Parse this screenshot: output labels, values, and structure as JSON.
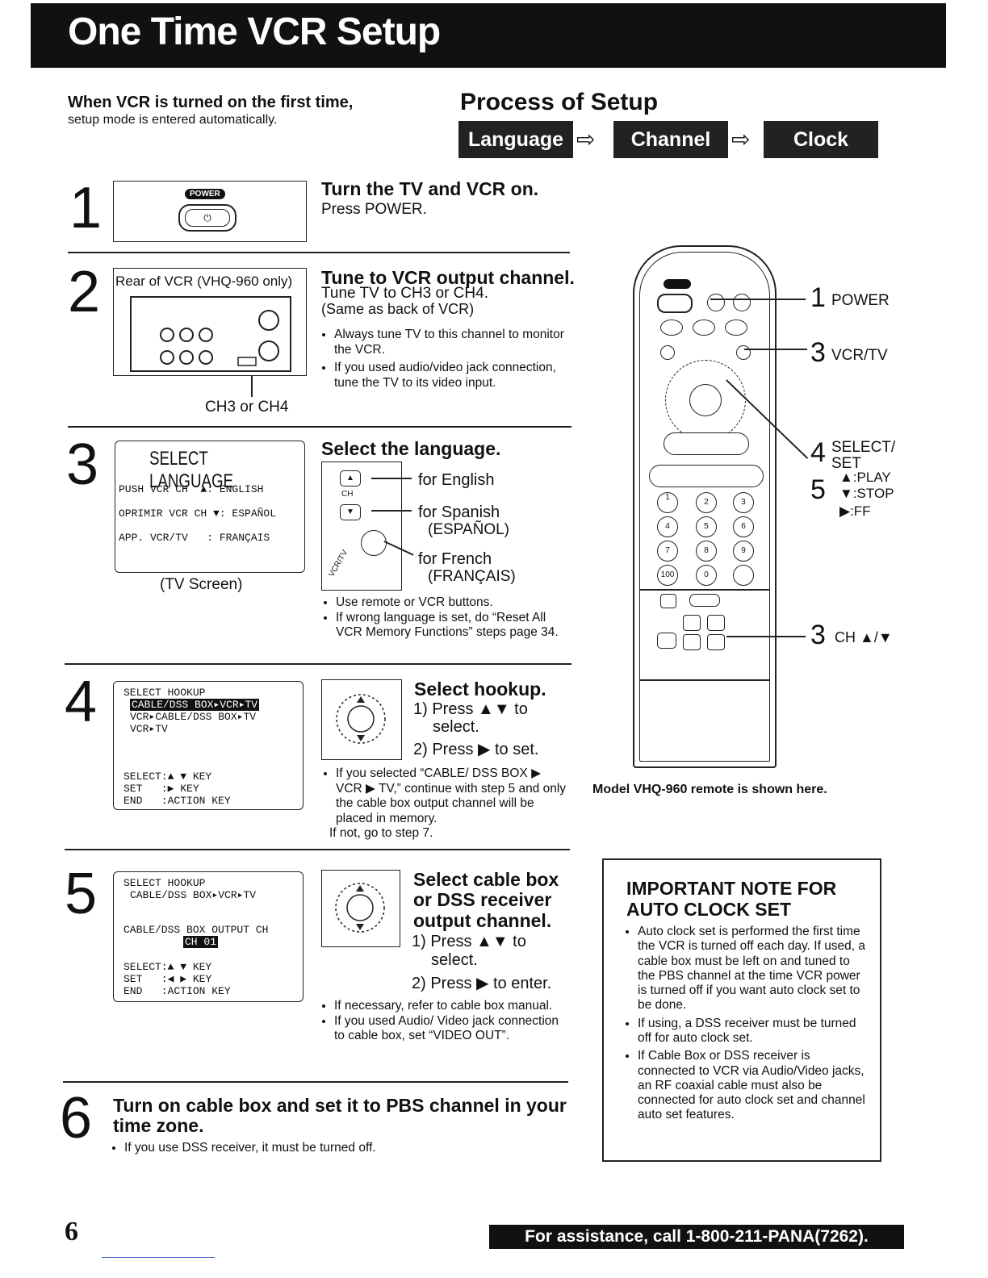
{
  "header": {
    "title": "One Time VCR Setup"
  },
  "intro": {
    "line1": "When VCR is turned on the first time,",
    "line2": "setup mode is entered automatically."
  },
  "process": {
    "title": "Process of Setup",
    "steps": [
      "Language",
      "Channel",
      "Clock"
    ]
  },
  "step1": {
    "num": "1",
    "title": "Turn the TV and VCR on.",
    "text": "Press POWER.",
    "button": "POWER"
  },
  "step2": {
    "num": "2",
    "panel_title": "Rear of VCR (VHQ-960 only)",
    "caption": "CH3 or CH4",
    "title": "Tune to VCR output channel.",
    "line1": "Tune TV to CH3 or CH4.",
    "line2": "(Same as back of VCR)",
    "notes": [
      "Always tune TV to this channel to monitor the VCR.",
      "If you used audio/video jack connection, tune the TV to its video input."
    ]
  },
  "step3": {
    "num": "3",
    "screen_title": "SELECT LANGUAGE",
    "screen_lines": [
      "PUSH VCR CH  ▲: ENGLISH",
      "OPRIMIR VCR CH ▼: ESPAÑOL",
      "APP. VCR/TV   : FRANÇAIS"
    ],
    "screen_caption": "(TV Screen)",
    "title": "Select the language.",
    "opt1": "for English",
    "opt2a": "for Spanish",
    "opt2b": "(ESPAÑOL)",
    "opt3a": "for French",
    "opt3b": "(FRANÇAIS)",
    "notes": [
      "Use remote or VCR buttons.",
      "If wrong language is set, do “Reset All VCR Memory Functions” steps page 34."
    ]
  },
  "step4": {
    "num": "4",
    "screen_lines": [
      "SELECT HOOKUP",
      "CABLE/DSS BOX▸VCR▸TV",
      "VCR▸CABLE/DSS BOX▸TV",
      "VCR▸TV"
    ],
    "screen_keys": [
      "SELECT:▲ ▼ KEY",
      "SET   :▶ KEY",
      "END   :ACTION KEY"
    ],
    "title": "Select hookup.",
    "s1a": "1) Press ▲▼ to",
    "s1b": "select.",
    "s2": "2) Press ▶ to set.",
    "notes": [
      "If you selected “CABLE/ DSS BOX ▶ VCR ▶ TV,” continue with step 5 and only the cable box output channel will be placed in memory.",
      "If not, go to step 7."
    ]
  },
  "step5": {
    "num": "5",
    "screen_lines": [
      "SELECT HOOKUP",
      "CABLE/DSS BOX▸VCR▸TV"
    ],
    "screen_line3": "CABLE/DSS BOX OUTPUT CH",
    "screen_value": "CH 01",
    "screen_keys": [
      "SELECT:▲ ▼ KEY",
      "SET   :◀ ▶ KEY",
      "END   :ACTION KEY"
    ],
    "title": "Select cable box or DSS receiver output channel.",
    "s1a": "1) Press ▲▼ to",
    "s1b": "select.",
    "s2": "2) Press ▶ to enter.",
    "notes": [
      "If necessary, refer to cable box manual.",
      "If you used Audio/ Video jack connection to cable box, set “VIDEO OUT”."
    ]
  },
  "step6": {
    "num": "6",
    "title": "Turn on cable box and set it to PBS channel in your time zone.",
    "note": "If you use DSS receiver, it must be turned off."
  },
  "remote": {
    "caption": "Model VHQ-960 remote is shown here.",
    "labels": {
      "power": "1 POWER",
      "vcrtv": "3 VCR/TV",
      "select_num": "4",
      "select": "SELECT/",
      "set": "SET",
      "play": "▲:PLAY",
      "five": "5",
      "stop": "▼:STOP",
      "ff": "▶:FF",
      "ch_num": "3",
      "ch": "CH ▲/▼"
    },
    "keys": [
      "1",
      "2",
      "3",
      "4",
      "5",
      "6",
      "7",
      "8",
      "9",
      "100",
      "0"
    ]
  },
  "important": {
    "title1": "IMPORTANT NOTE FOR",
    "title2": "AUTO CLOCK SET",
    "notes": [
      "Auto clock set is performed the first time the VCR is turned off each day. If used, a cable box must be left on and tuned to the PBS channel at the time VCR power is turned off if you want auto clock set to be done.",
      "If using, a DSS receiver must be turned off for auto clock set.",
      "If Cable Box or DSS receiver is connected to VCR via Audio/Video jacks, an RF coaxial cable must also be connected for auto clock set and channel auto set features."
    ]
  },
  "footer": {
    "page": "6",
    "assist": "For assistance, call 1-800-211-PANA(7262)."
  },
  "colors": {
    "ink": "#111111",
    "paper": "#ffffff"
  }
}
